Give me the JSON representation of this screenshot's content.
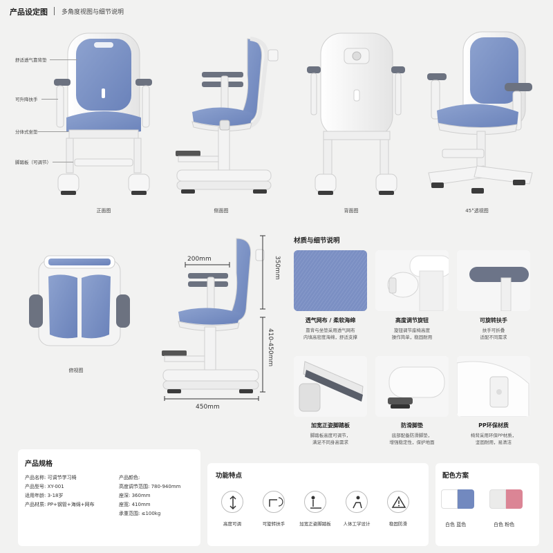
{
  "header": {
    "title": "产品设定图",
    "subtitle": "多角度视图与细节说明"
  },
  "annotations": [
    "舒适透气靠背垫",
    "可升降扶手",
    "分体式坐垫",
    "脚踏板（可调节）"
  ],
  "views": {
    "front": "正面图",
    "side": "侧面图",
    "back": "背面图",
    "perspective": "45°透视图",
    "top": "俯视图"
  },
  "dimensions": {
    "backrest_width": "200mm",
    "backrest_height": "350mm",
    "seat_height": "410-450mm",
    "base_width": "450mm"
  },
  "materials": {
    "title": "材质与细节说明",
    "items": [
      {
        "name": "透气网布 / 柔软海绵",
        "desc": [
          "靠背与坐垫采用透气网布",
          "内填高密度海绵，舒适支撑"
        ]
      },
      {
        "name": "高度调节旋钮",
        "desc": [
          "旋钮调节座椅高度",
          "操作简单，稳固耐用"
        ]
      },
      {
        "name": "可旋转扶手",
        "desc": [
          "扶手可折叠",
          "适配不同需求"
        ]
      },
      {
        "name": "加宽正姿脚踏板",
        "desc": [
          "脚踏板高度可调节，",
          "满足不同身高需求"
        ]
      },
      {
        "name": "防滑脚垫",
        "desc": [
          "底部配备防滑脚垫，",
          "增强稳定性，保护地面"
        ]
      },
      {
        "name": "PP环保材质",
        "desc": [
          "椅背采用环保PP材质，",
          "坚固耐用，易清洁"
        ]
      }
    ]
  },
  "specs": {
    "title": "产品规格",
    "left": [
      "产品名称:  可调节学习椅",
      "产品型号:  XY-001",
      "适用年龄:  3-18岁",
      "产品材质:  PP+钢管+海绵+网布"
    ],
    "right": [
      "产品颜色:",
      "高度调节范围:  780-940mm",
      "座深:  360mm",
      "座宽:  410mm",
      "承重范围:  ≤100kg"
    ]
  },
  "functions": {
    "title": "功能特点",
    "items": [
      {
        "label": "高度可调",
        "icon": "height-adjust-icon"
      },
      {
        "label": "可旋转扶手",
        "icon": "rotate-armrest-icon"
      },
      {
        "label": "加宽正姿脚踏板",
        "icon": "footrest-icon"
      },
      {
        "label": "人体工学设计",
        "icon": "ergonomic-icon"
      },
      {
        "label": "稳固防滑",
        "icon": "anti-slip-icon"
      }
    ]
  },
  "colors": {
    "title": "配色方案",
    "schemes": [
      {
        "label": "白色 蓝色",
        "primary": "#ffffff",
        "accent": "#7289bf"
      },
      {
        "label": "白色 粉色",
        "primary": "#ebebea",
        "accent": "#db8595"
      }
    ]
  }
}
